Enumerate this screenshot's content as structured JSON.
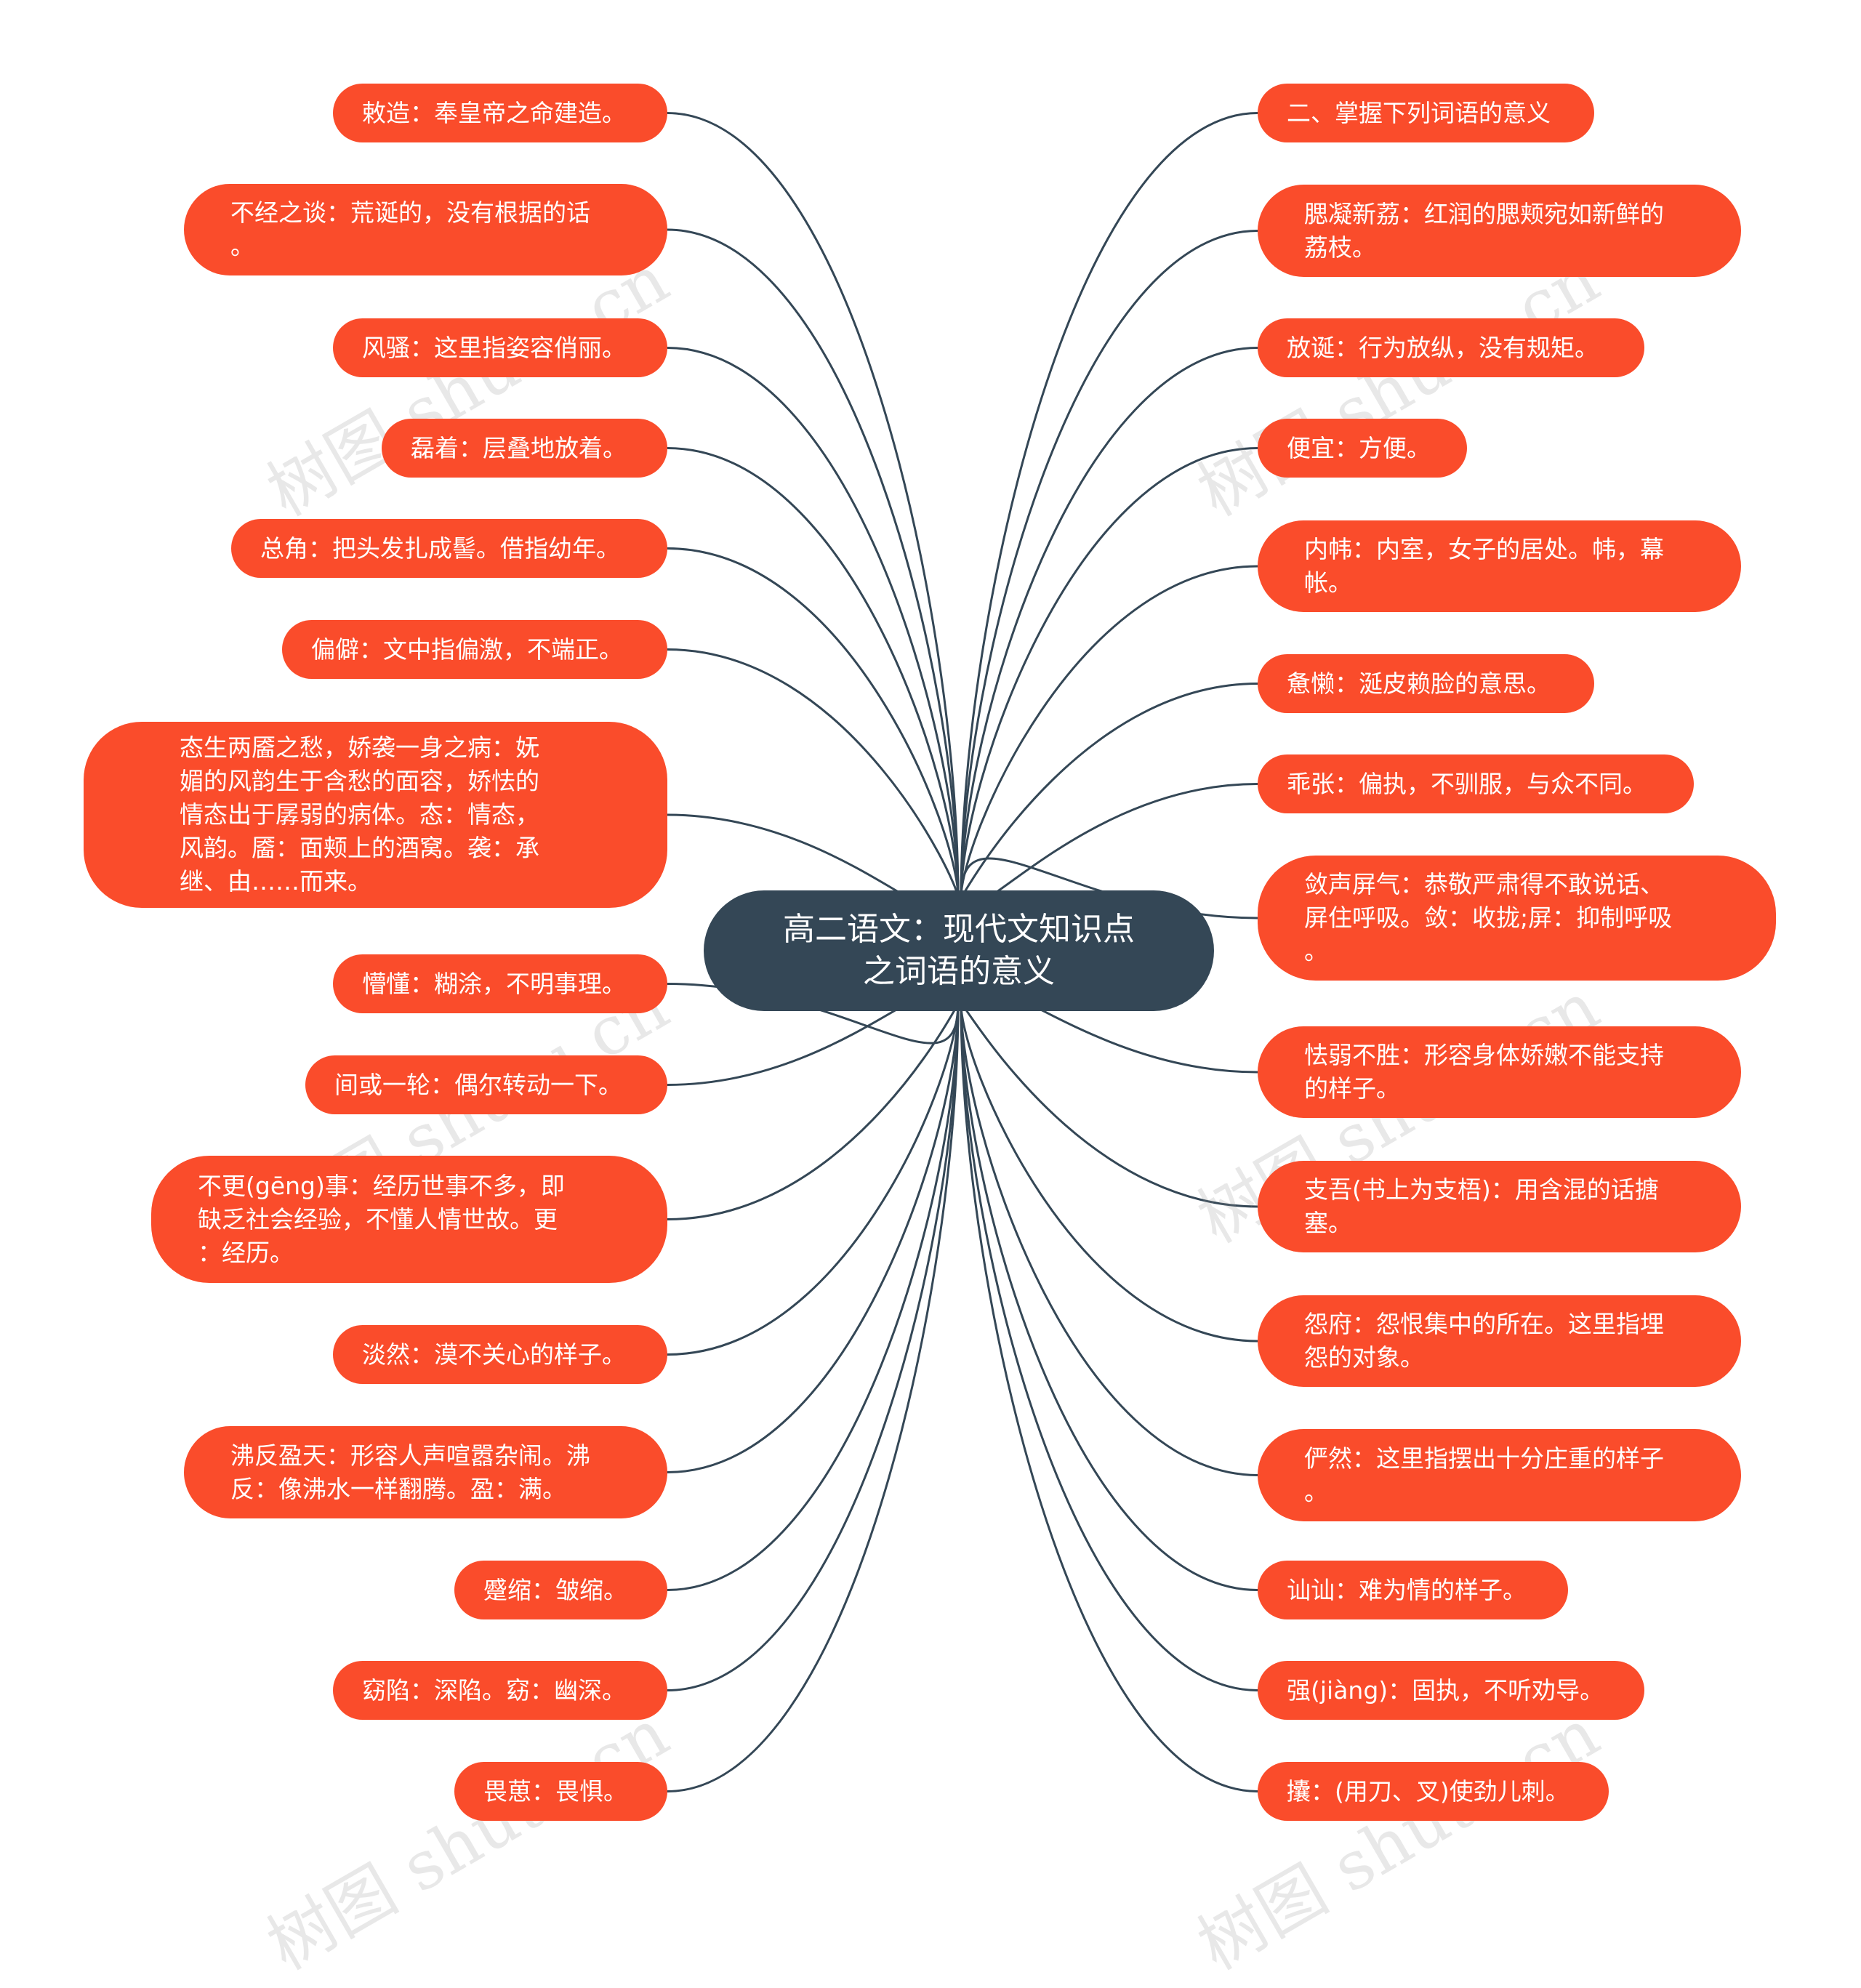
{
  "root": {
    "label": "高二语文：现代文知识点\n之词语的意义"
  },
  "left_nodes": [
    {
      "label": "敕造：奉皇帝之命建造。"
    },
    {
      "label": "不经之谈：荒诞的，没有根据的话\n。"
    },
    {
      "label": "风骚：这里指姿容俏丽。"
    },
    {
      "label": "磊着：层叠地放着。"
    },
    {
      "label": "总角：把头发扎成髻。借指幼年。"
    },
    {
      "label": "偏僻：文中指偏激，不端正。"
    },
    {
      "label": "态生两靥之愁，娇袭一身之病：妩\n媚的风韵生于含愁的面容，娇怯的\n情态出于孱弱的病体。态：情态，\n风韵。靥：面颊上的酒窝。袭：承\n继、由……而来。"
    },
    {
      "label": "懵懂：糊涂，不明事理。"
    },
    {
      "label": "间或一轮：偶尔转动一下。"
    },
    {
      "label": "不更(gēng)事：经历世事不多，即\n缺乏社会经验，不懂人情世故。更\n：经历。"
    },
    {
      "label": "淡然：漠不关心的样子。"
    },
    {
      "label": "沸反盈天：形容人声喧嚣杂闹。沸\n反：像沸水一样翻腾。盈：满。"
    },
    {
      "label": "蹙缩：皱缩。"
    },
    {
      "label": "窈陷：深陷。窈：幽深。"
    },
    {
      "label": "畏葸：畏惧。"
    }
  ],
  "right_nodes": [
    {
      "label": "二、掌握下列词语的意义"
    },
    {
      "label": "腮凝新荔：红润的腮颊宛如新鲜的\n荔枝。"
    },
    {
      "label": "放诞：行为放纵，没有规矩。"
    },
    {
      "label": "便宜：方便。"
    },
    {
      "label": "内帏：内室，女子的居处。帏，幕\n帐。"
    },
    {
      "label": "惫懒：涎皮赖脸的意思。"
    },
    {
      "label": "乖张：偏执，不驯服，与众不同。"
    },
    {
      "label": "敛声屏气：恭敬严肃得不敢说话、\n屏住呼吸。敛：收拢;屏：抑制呼吸\n。"
    },
    {
      "label": "怯弱不胜：形容身体娇嫩不能支持\n的样子。"
    },
    {
      "label": "支吾(书上为支梧)：用含混的话搪\n塞。"
    },
    {
      "label": "怨府：怨恨集中的所在。这里指埋\n怨的对象。"
    },
    {
      "label": "俨然：这里指摆出十分庄重的样子\n。"
    },
    {
      "label": "讪讪：难为情的样子。"
    },
    {
      "label": "强(jiàng)：固执，不听劝导。"
    },
    {
      "label": "攮：(用刀、叉)使劲儿刺。"
    }
  ],
  "watermark": {
    "text": "树图 shutu.cn"
  },
  "colors": {
    "root_fill": "#344756",
    "node_fill": "#fa4c2b",
    "edge": "#344756",
    "text": "#ffffff"
  }
}
